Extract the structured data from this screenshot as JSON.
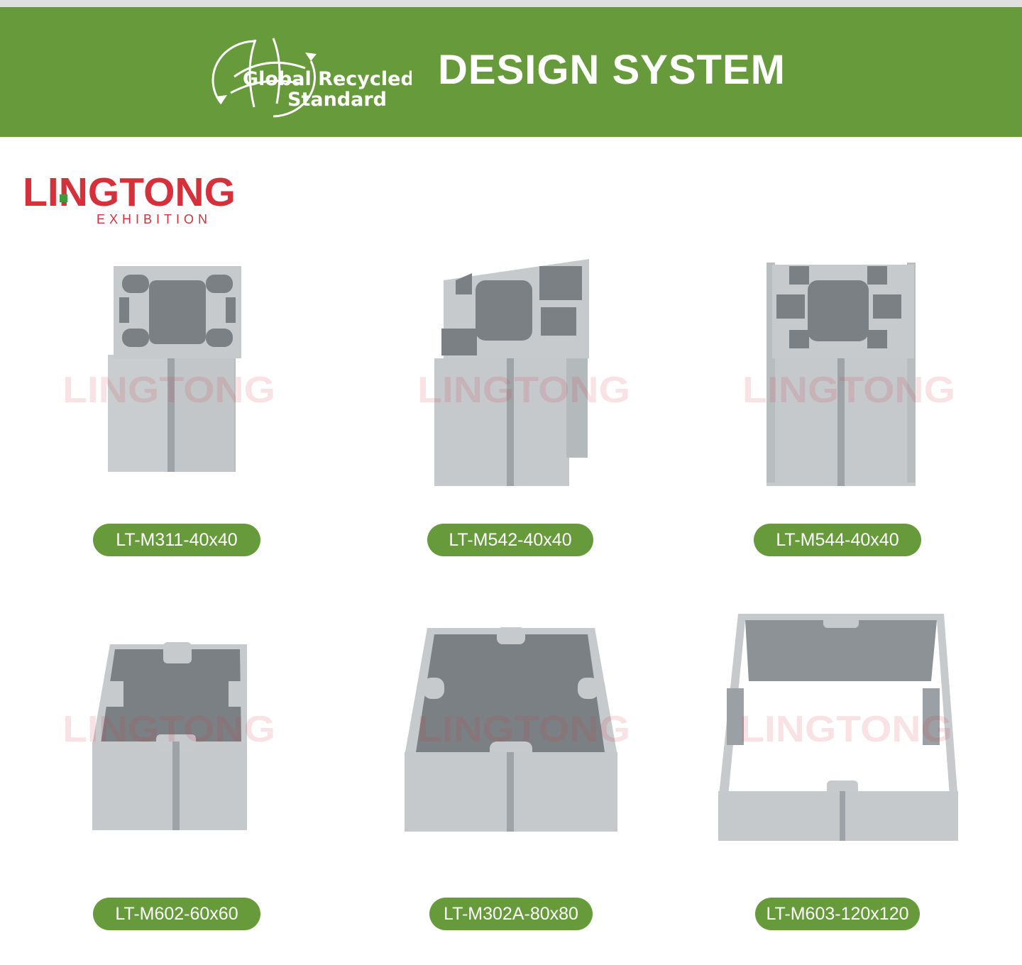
{
  "header": {
    "logo_text_line1": "Global Recycled",
    "logo_text_line2": "Standard",
    "title": "DESIGN SYSTEM"
  },
  "brand": {
    "name": "LINGTONG",
    "subtitle": "EXHIBITION",
    "watermark": "LINGTONG"
  },
  "colors": {
    "green": "#669a3a",
    "brand_red": "#d6313b",
    "brand_green": "#3f9a3a",
    "aluminium": "#c6cacd",
    "aluminium_dark": "#8e9397"
  },
  "products": [
    {
      "label": "LT-M311-40x40",
      "type": "m311"
    },
    {
      "label": "LT-M542-40x40",
      "type": "m542"
    },
    {
      "label": "LT-M544-40x40",
      "type": "m544"
    },
    {
      "label": "LT-M602-60x60",
      "type": "m602"
    },
    {
      "label": "LT-M302A-80x80",
      "type": "m302a"
    },
    {
      "label": "LT-M603-120x120",
      "type": "m603"
    }
  ]
}
